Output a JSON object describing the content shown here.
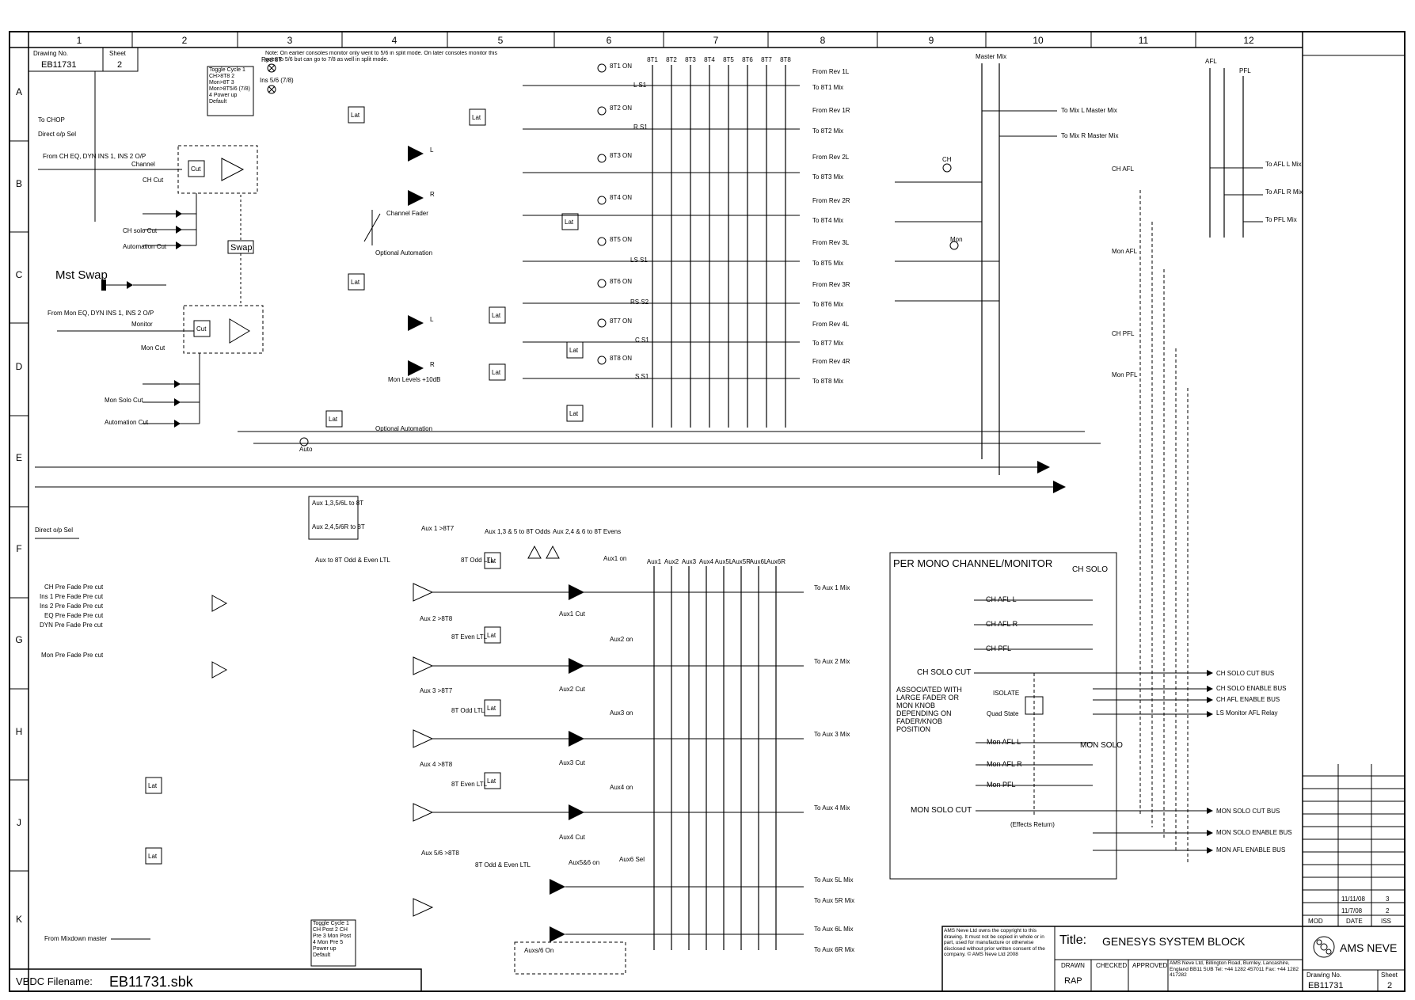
{
  "frame": {
    "columns": [
      "1",
      "2",
      "3",
      "4",
      "5",
      "6",
      "7",
      "8",
      "9",
      "10",
      "11",
      "12"
    ],
    "rows": [
      "A",
      "B",
      "C",
      "D",
      "E",
      "F",
      "G",
      "H",
      "J",
      "K"
    ]
  },
  "drawing_box": {
    "no_label": "Drawing No.",
    "no": "EB11731",
    "sheet_label": "Sheet",
    "sheet": "2"
  },
  "notes": {
    "top": "Note: On earlier consoles monitor only went to 5/6 in split mode. On later consoles monitor this goes to 5/6 but can go to 7/8 as well in split mode.",
    "toggle_cycle_1": "Toggle Cycle 1 CH>8T8 2 Mon>8T 3 Mon>8T5/6 (7/8) 4 Power up Default",
    "toggle_cycle_2": "Toggle Cycle 1 CH Post 2 CH Pre 3 Mon Post 4 Mon Pre 5 Power up Default"
  },
  "labels": {
    "to_chop": "To CHOP",
    "direct_op": "Direct o/p Sel",
    "from_ch_eq": "From CH EQ, DYN INS 1, INS 2 O/P",
    "channel": "Channel",
    "from_mon_eq": "From Mon EQ, DYN INS 1, INS 2 O/P",
    "monitor": "Monitor",
    "mst_swap": "Mst Swap",
    "swap": "Swap",
    "cut": "Cut",
    "lat": "Lat",
    "ch_cut": "CH Cut",
    "ch_solo_cut": "CH solo Cut",
    "automation_cut": "Automation Cut",
    "mon_cut": "Mon Cut",
    "mon_solo_cut": "Mon Solo Cut",
    "channel_fader": "Channel Fader",
    "optional_automation": "Optional Automation",
    "mon_levels": "Mon Levels +10dB",
    "auto": "Auto",
    "red_8t": "Red 8T",
    "ins_56_78": "Ins 5/6 (7/8)",
    "aux_135": "Aux 1,3,5/6L to 8T",
    "aux_246": "Aux 2,4,5/6R to 8T",
    "aux_odd_even": "Aux to 8T Odd & Even LTL",
    "aux_135_odds": "Aux 1,3 & 5 to 8T Odds",
    "aux_246_evens": "Aux 2,4 & 6 to 8T Evens",
    "ch_pre_fade": "CH Pre Fade Pre cut",
    "ins1_pre_fade": "Ins 1 Pre Fade Pre cut",
    "ins2_pre_fade": "Ins 2 Pre Fade Pre cut",
    "eq_pre_fade": "EQ Pre Fade Pre cut",
    "dyn_pre_fade": "DYN Pre Fade Pre cut",
    "mon_pre_fade": "Mon Pre Fade Pre cut",
    "from_mixdown": "From Mixdown master",
    "master_mix": "Master Mix",
    "afl": "AFL",
    "pfl": "PFL",
    "ch": "CH",
    "mon": "Mon",
    "auxs_56_on": "Auxs/6 On"
  },
  "bus_8t": [
    "8T1",
    "8T2",
    "8T3",
    "8T4",
    "8T5",
    "8T6",
    "8T7",
    "8T8"
  ],
  "track_switches": [
    "8T1 ON",
    "8T2 ON",
    "8T3 ON",
    "8T4 ON",
    "8T5 ON",
    "8T6 ON",
    "8T7 ON",
    "8T8 ON"
  ],
  "track_switch_outs": [
    "L S1",
    "R S1",
    "",
    "",
    "LS S1",
    "RS S2",
    "C S1",
    "S S1"
  ],
  "rev_returns": [
    "From Rev 1L",
    "To 8T1 Mix",
    "From Rev 1R",
    "To 8T2 Mix",
    "From Rev 2L",
    "To 8T3 Mix",
    "From Rev 2R",
    "To 8T4 Mix",
    "From Rev 3L",
    "To 8T5 Mix",
    "From Rev 3R",
    "To 8T6 Mix",
    "From Rev 4L",
    "To 8T7 Mix",
    "From Rev 4R",
    "To 8T8 Mix"
  ],
  "master_outputs": [
    "To Mix L Master Mix",
    "To Mix R Master Mix"
  ],
  "afl_outputs": [
    "To AFL L Mix",
    "To AFL R Mix",
    "To PFL Mix"
  ],
  "afl_switches": [
    "CH AFL",
    "Mon AFL",
    "CH PFL",
    "Mon PFL"
  ],
  "aux_buses": [
    "Aux1",
    "Aux2",
    "Aux3",
    "Aux4",
    "Aux5L",
    "Aux5R",
    "Aux6L",
    "Aux6R"
  ],
  "aux_outputs": [
    "To Aux 1 Mix",
    "To Aux 2 Mix",
    "To Aux 3 Mix",
    "To Aux 4 Mix",
    "To Aux 5L Mix",
    "To Aux 5R Mix",
    "To Aux 6L Mix",
    "To Aux 6R Mix"
  ],
  "aux_sends": [
    "Aux 1 >8T7",
    "Aux 2 >8T8",
    "Aux 3 >8T7",
    "Aux 4 >8T8",
    "Aux 5/6 >8T8"
  ],
  "aux_on": [
    "Aux1 on",
    "Aux2 on",
    "Aux3 on",
    "Aux4 on",
    "Aux5&6 on",
    "Aux6 Sel"
  ],
  "aux_cut": [
    "Aux1 Cut",
    "Aux2 Cut",
    "Aux3 Cut",
    "Aux4 Cut"
  ],
  "odd_even": [
    "8T Odd LTL",
    "8T Even LTL",
    "8T Odd LTL",
    "8T Even LTL",
    "8T Odd & Even LTL"
  ],
  "per_mono": {
    "title": "PER MONO CHANNEL/MONITOR",
    "ch_solo": "CH SOLO",
    "mon_solo": "MON SOLO",
    "rows_left": [
      "CH AFL L",
      "CH AFL R",
      "CH PFL",
      "CH SOLO CUT"
    ],
    "rows_mon": [
      "Mon AFL L",
      "Mon AFL R",
      "Mon PFL",
      "MON SOLO CUT"
    ],
    "associated": "ASSOCIATED WITH LARGE FADER OR MON KNOB DEPENDING ON FADER/KNOB POSITION",
    "isolate": "ISOLATE",
    "quad_state": "Quad State",
    "effects_return": "(Effects Return)",
    "bus_out": [
      "CH SOLO CUT BUS",
      "CH SOLO ENABLE BUS",
      "CH AFL ENABLE BUS",
      "LS Monitor AFL Relay",
      "MON SOLO CUT BUS",
      "MON SOLO ENABLE BUS",
      "MON AFL ENABLE BUS"
    ]
  },
  "copyright": "AMS Neve Ltd owns the copyright to this drawing. It must not be copied in whole or in part, used for manufacture or otherwise disclosed without prior written consent of the company. © AMS Neve Ltd 2008",
  "title_block": {
    "title_label": "Title:",
    "title": "GENESYS SYSTEM BLOCK",
    "drawn_label": "DRAWN",
    "drawn": "RAP",
    "checked_label": "CHECKED",
    "approved_label": "APPROVED",
    "address": "AMS Neve Ltd, Billington Road, Burnley, Lancashire, England BB11 5UB Tel: +44 1282 457011 Fax: +44 1282 417282",
    "company": "AMS NEVE",
    "drawing_no_label": "Drawing No.",
    "drawing_no": "EB11731",
    "sheet_label": "Sheet",
    "sheet": "2",
    "mod_label": "MOD",
    "date_label": "DATE",
    "iss_label": "ISS",
    "revisions": [
      {
        "date": "11/11/08",
        "iss": "3"
      },
      {
        "date": "11/7/08",
        "iss": "2"
      }
    ]
  },
  "vbdc": {
    "label": "VBDC Filename:",
    "value": "EB11731.sbk"
  }
}
